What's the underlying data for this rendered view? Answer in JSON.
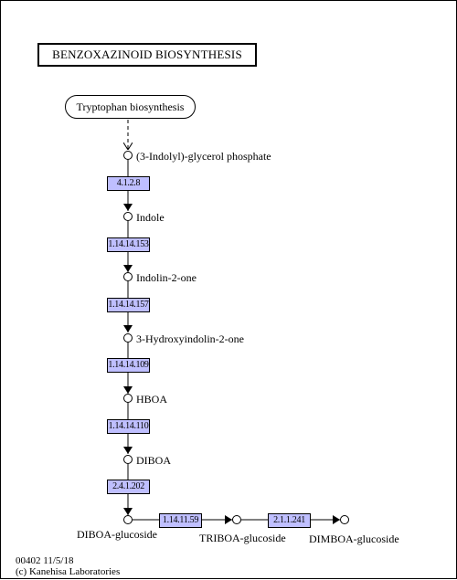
{
  "title": "BENZOXAZINOID BIOSYNTHESIS",
  "map_link": "Tryptophan biosynthesis",
  "compounds": {
    "indolylglycerol": "(3-Indolyl)-glycerol phosphate",
    "indole": "Indole",
    "indolinone": "Indolin-2-one",
    "hydroxyindolinone": "3-Hydroxyindolin-2-one",
    "hboa": "HBOA",
    "diboa": "DIBOA",
    "diboa_glucoside": "DIBOA-glucoside",
    "triboa_glucoside": "TRIBOA-glucoside",
    "dimboa_glucoside": "DIMBOA-glucoside"
  },
  "enzymes": {
    "e1": "4.1.2.8",
    "e2": "1.14.14.153",
    "e3": "1.14.14.157",
    "e4": "1.14.14.109",
    "e5": "1.14.14.110",
    "e6": "2.4.1.202",
    "e7": "1.14.11.59",
    "e8": "2.1.1.241"
  },
  "colors": {
    "enzyme_fill": "#bfbfff",
    "line": "#000000",
    "background": "#ffffff"
  },
  "footer": {
    "map_id": "00402 11/5/18",
    "copyright": "(c) Kanehisa Laboratories"
  }
}
